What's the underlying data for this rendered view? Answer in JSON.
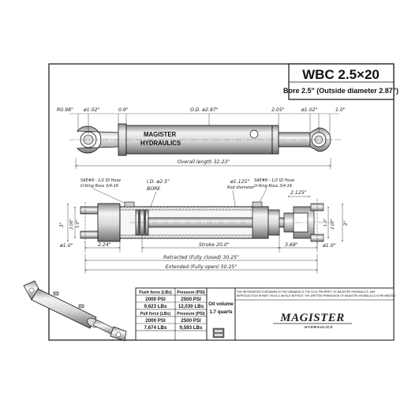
{
  "title": {
    "model": "WBC 2.5×20",
    "subtitle": "Bore 2.5\" (Outside diameter 2.87\")"
  },
  "top_view": {
    "brand_line1": "MAGISTER",
    "brand_line2": "HYDRAULICS",
    "dim_radius": "R0.98\"",
    "dim_pin_left": "ø1.02\"",
    "dim_offset_left": "0.9\"",
    "dim_od": "O.D. ø2.87\"",
    "dim_rod_end": "2.05\"",
    "dim_pin_right": "ø1.02\"",
    "dim_offset_right": "1.0\"",
    "overall_length": "Overall length 32.23\""
  },
  "section_view": {
    "port_left_1": "SAE#8 - 1/2 ID Hose",
    "port_left_2": "O-Ring Boss 3/4-16",
    "id_bore_1": "I.D. ø2.5\"",
    "id_bore_2": "BORE",
    "rod_dia_1": "ø1.125\"",
    "rod_dia_2": "Rod diameter",
    "port_right_1": "SAE#8 - 1/2 ID Hose",
    "port_right_2": "O-Ring Boss 3/4-16",
    "dim_clevis_right": "2.125\"",
    "dim_height_left": "3\"",
    "dim_width_left_1": "2.08\"",
    "dim_width_left_2": "1.0\"",
    "dim_pin_bottom_left": "ø1.0\"",
    "dim_base": "2.24\"",
    "dim_stroke": "Stroke 20.0\"",
    "dim_rod_end": "3.68\"",
    "dim_pin_bottom_right": "ø1.0\"",
    "dim_height_right_1": "1.0\"",
    "dim_height_right_2": "2.07\"",
    "dim_height_right_3": "3\"",
    "retracted": "Retracted (Fully closed) 30.25\"",
    "extended": "Extended (Fully open) 50.25\""
  },
  "spec_table": {
    "push_force_label": "Push force (LBs)",
    "pressure_label_1": "Pressure (PSI)",
    "push_rows": [
      [
        "2000 PSI",
        "2500 PSI"
      ],
      [
        "9,623 LBs",
        "12,030 LBs"
      ]
    ],
    "pull_force_label": "Pull force (LBs)",
    "pressure_label_2": "Pressure (PSI)",
    "pull_rows": [
      [
        "2000 PSI",
        "2500 PSI"
      ],
      [
        "7,674 LBs",
        "9,593 LBs"
      ]
    ],
    "oil_volume_label": "Oil volume",
    "oil_volume_value": "1.7 quarts"
  },
  "legal": {
    "line1": "THE INFORMATION CONTAINED IN THIS DRAWING IS THE SOLE PROPERTY OF MAGISTER HYDRAULICS. ANY",
    "line2": "REPRODUCTION IN PART OR AS A WHOLE WITHOUT THE WRITTEN PERMISSION OF MAGISTER HYDRAULICS IS PROHIBITED"
  },
  "logo": {
    "main": "MAGISTER",
    "sub": "HYDRAULICS"
  },
  "colors": {
    "ink": "#111111",
    "metal_light": "#e9e9e9",
    "metal_mid": "#bfbfbf",
    "metal_dark": "#7a7a7a"
  }
}
